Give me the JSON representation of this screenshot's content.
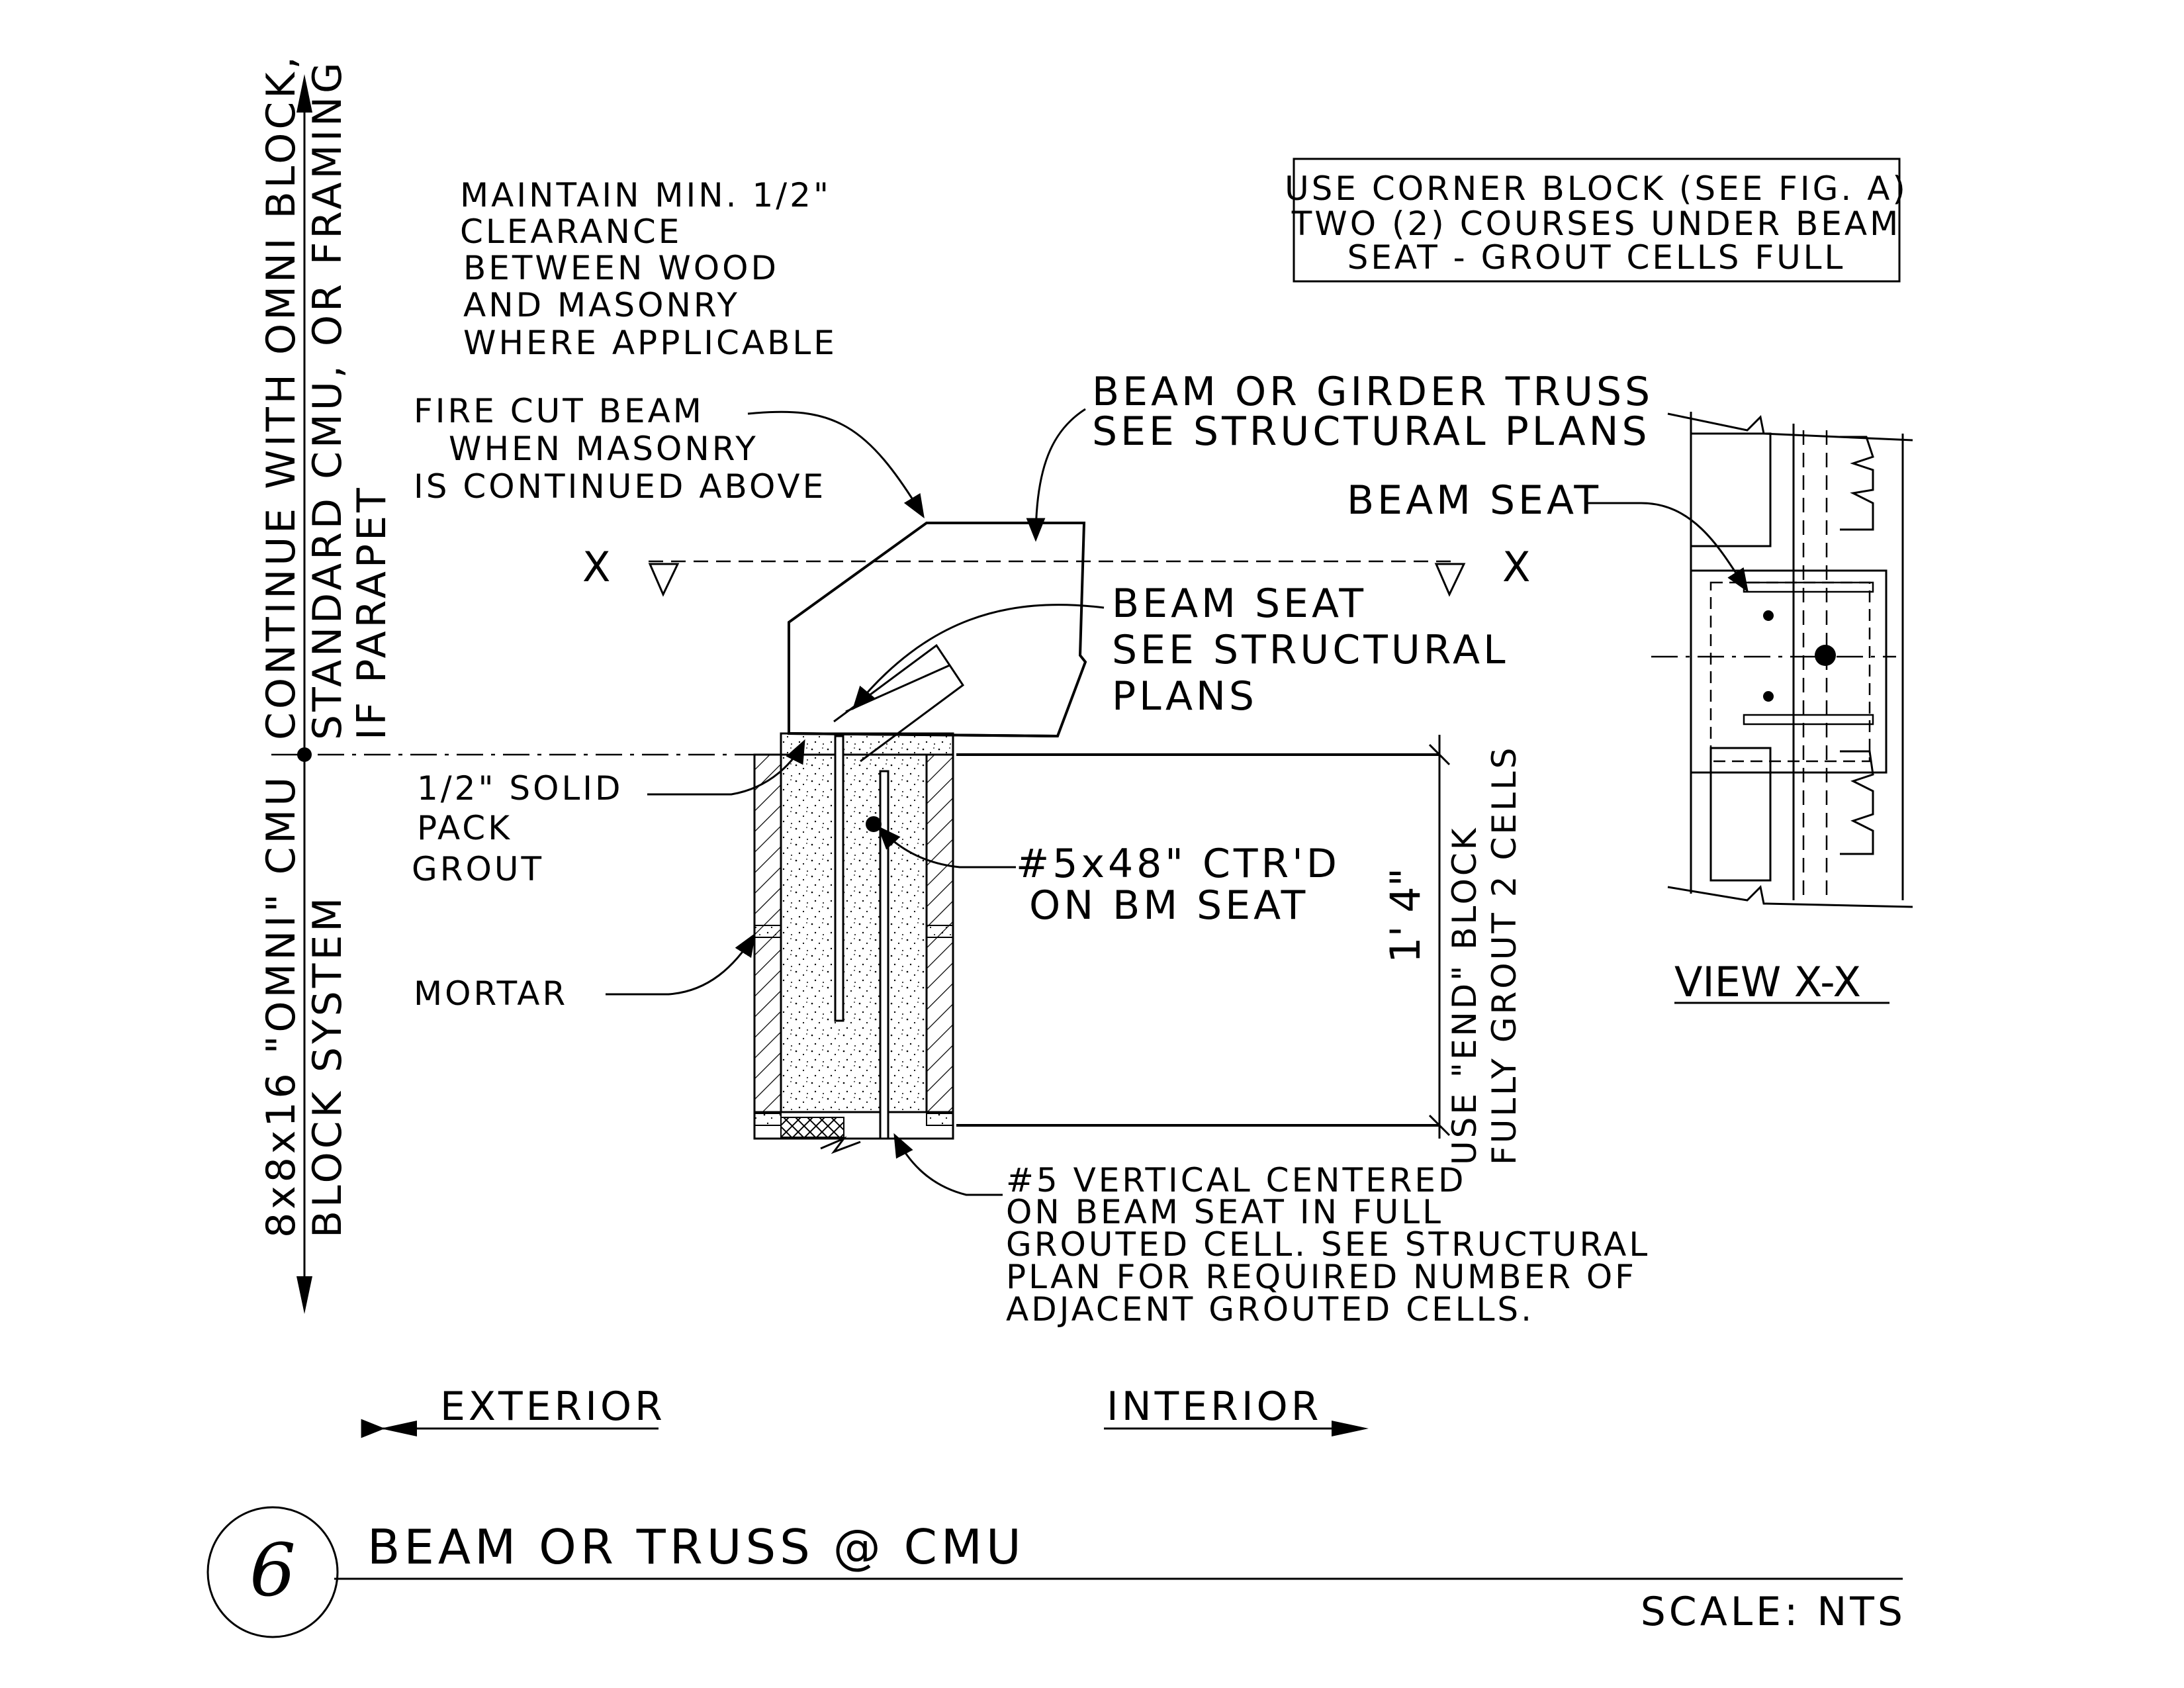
{
  "notes": {
    "wall_vertical_upper": [
      "CONTINUE WITH OMNI BLOCK,",
      "STANDARD CMU, OR FRAMING",
      "IF PARAPET"
    ],
    "wall_vertical_lower": [
      "8x8x16 \"OMNI\" CMU",
      "BLOCK SYSTEM"
    ],
    "clearance": [
      "MAINTAIN MIN. 1/2\"",
      "CLEARANCE",
      "BETWEEN WOOD",
      "AND MASONRY",
      "WHERE APPLICABLE"
    ],
    "fire_cut": [
      "FIRE CUT BEAM",
      "WHEN MASONRY",
      "IS CONTINUED ABOVE"
    ],
    "beam_or_girder": [
      "BEAM OR GIRDER TRUSS",
      "SEE STRUCTURAL PLANS"
    ],
    "beam_seat_struct": [
      "BEAM SEAT",
      "SEE STRUCTURAL",
      "PLANS"
    ],
    "solid_pack": [
      "1/2\" SOLID",
      "PACK",
      "GROUT"
    ],
    "rebar_48": [
      "#5x48\" CTR'D",
      "ON BM SEAT"
    ],
    "mortar": "MORTAR",
    "dimension": "1' 4\"",
    "end_block": [
      "USE \"END\" BLOCK",
      "FULLY GROUT 2 CELLS"
    ],
    "vertical_rebar": [
      "#5 VERTICAL CENTERED",
      "ON BEAM SEAT IN FULL",
      "GROUTED CELL. SEE STRUCTURAL",
      "PLAN FOR REQUIRED NUMBER OF",
      "ADJACENT GROUTED CELLS."
    ],
    "corner_block_box": [
      "USE CORNER BLOCK (SEE FIG. A)",
      "TWO (2) COURSES UNDER BEAM",
      "SEAT - GROUT CELLS FULL"
    ],
    "view_beam_seat": "BEAM SEAT",
    "view_label": "VIEW  X-X",
    "section_mark_left": "X",
    "section_mark_right": "X",
    "exterior": "EXTERIOR",
    "interior": "INTERIOR"
  },
  "title_block": {
    "detail_number": "6",
    "title": "BEAM OR TRUSS @ CMU",
    "scale": "SCALE: NTS"
  }
}
